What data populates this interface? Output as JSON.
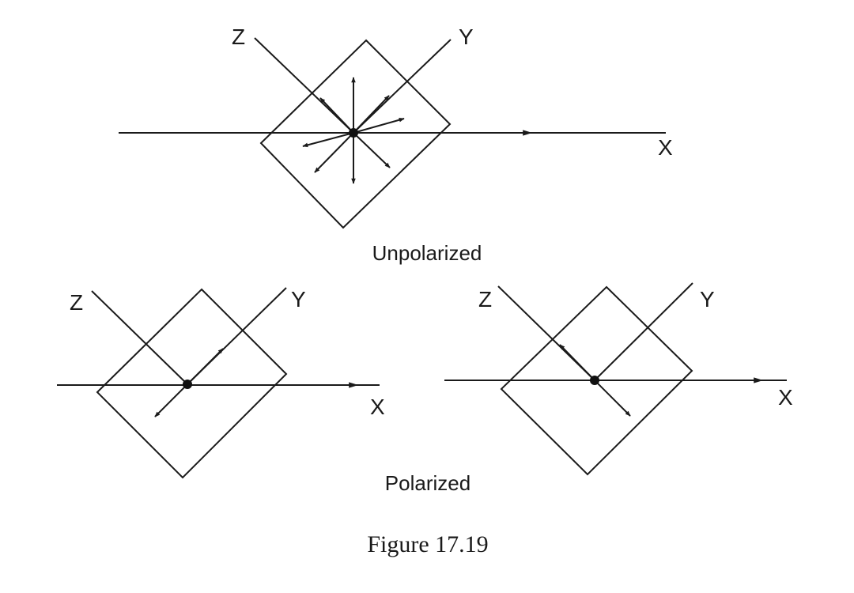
{
  "labels": {
    "unpolarized": "Unpolarized",
    "polarized": "Polarized",
    "caption": "Figure 17.19"
  },
  "axes": {
    "x": "X",
    "y": "Y",
    "z": "Z"
  },
  "colors": {
    "ink": "#1a1a1a",
    "background": "#ffffff"
  }
}
